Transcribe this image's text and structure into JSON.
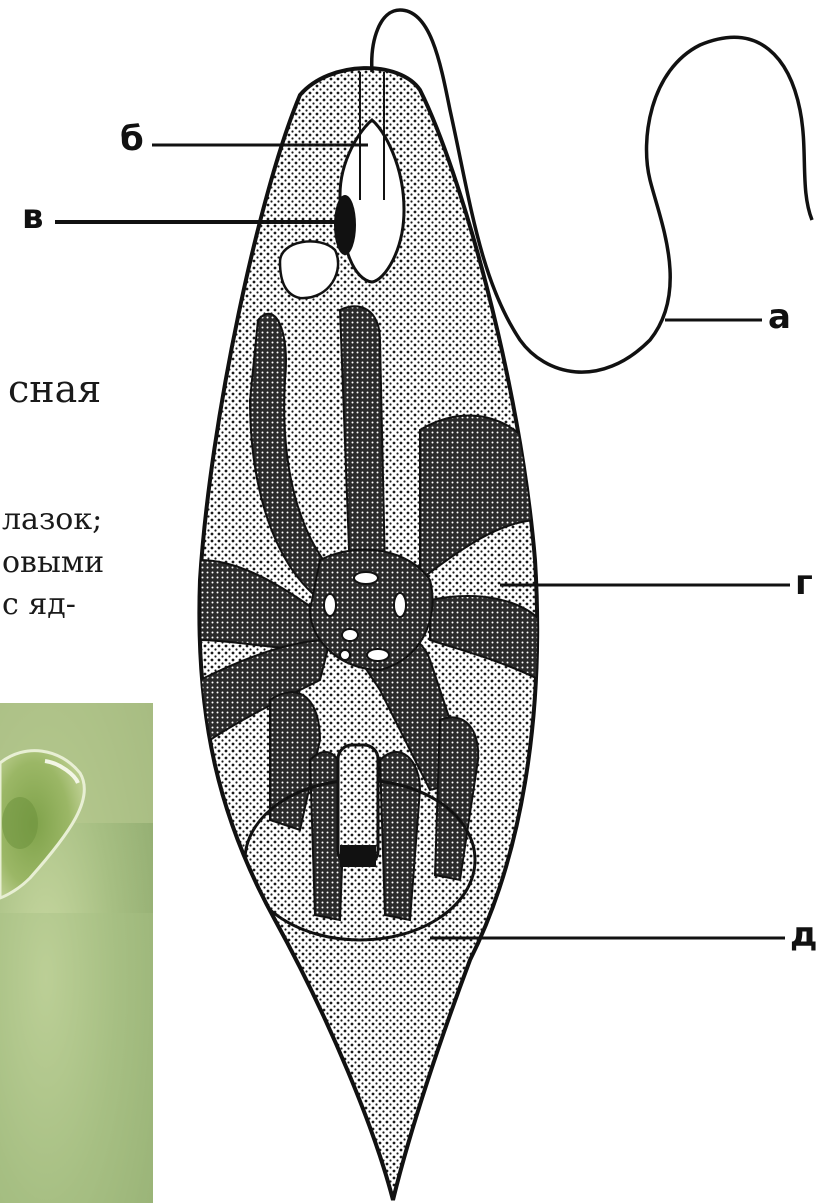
{
  "labels": {
    "a": "а",
    "b": "б",
    "v": "в",
    "g": "г",
    "d": "д"
  },
  "text_fragments": {
    "line1": "сная",
    "line2": "лазок;",
    "line3": "овыми",
    "line4": "с  яд-"
  },
  "colors": {
    "ink": "#1a1a1a",
    "photo_green": "#9fb97a"
  }
}
